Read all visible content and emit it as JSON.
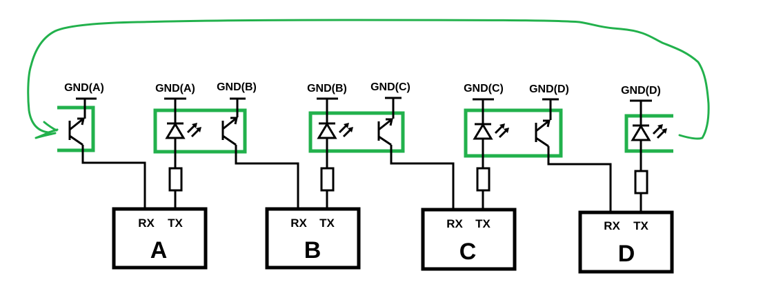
{
  "diagram": {
    "type": "circuit-schematic",
    "colors": {
      "wire": "#000000",
      "optocoupler_outline": "#22b14c",
      "feedback_loop": "#22b14c",
      "background": "#ffffff"
    },
    "devices": [
      {
        "id": "A",
        "label": "A",
        "rx": "RX",
        "tx": "TX"
      },
      {
        "id": "B",
        "label": "B",
        "rx": "RX",
        "tx": "TX"
      },
      {
        "id": "C",
        "label": "C",
        "rx": "RX",
        "tx": "TX"
      },
      {
        "id": "D",
        "label": "D",
        "rx": "RX",
        "tx": "TX"
      }
    ],
    "gnd_labels": {
      "a_transistor": "GND(A)",
      "ab_led": "GND(A)",
      "ab_transistor": "GND(B)",
      "bc_led": "GND(B)",
      "bc_transistor": "GND(C)",
      "cd_led": "GND(C)",
      "cd_transistor": "GND(D)",
      "d_led": "GND(D)"
    },
    "components": {
      "optocouplers": [
        "A-side phototransistor (partial)",
        "A→B",
        "B→C",
        "C→D",
        "D-side LED (partial)"
      ],
      "resistors": 4,
      "feedback_loop": "D LED → A phototransistor"
    }
  }
}
